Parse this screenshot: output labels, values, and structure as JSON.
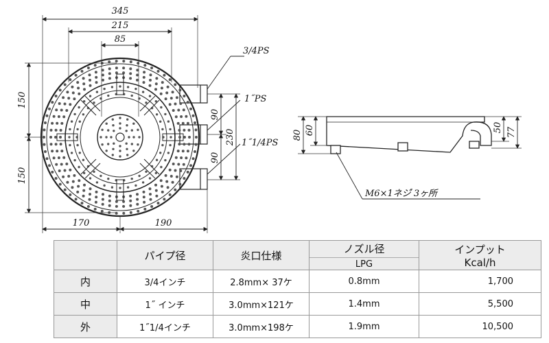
{
  "top_view": {
    "dims": {
      "overall_width": "345",
      "middle_ring": "215",
      "inner_ring": "85",
      "upper_half": "150",
      "lower_half": "150",
      "left_part": "170",
      "right_part": "190",
      "port_spacing_1": "90",
      "port_spacing_2": "90",
      "port_span": "230"
    },
    "callouts": {
      "port_top": "3/4PS",
      "port_middle": "1˝PS",
      "port_bottom": "1˝1/4PS"
    }
  },
  "side_view": {
    "dims": {
      "left_outer": "80",
      "left_inner": "60",
      "right_inner": "50",
      "right_outer": "77"
    },
    "note": "M6×1ネジ゙ 3ヶ所"
  },
  "table": {
    "headers": {
      "pipe": "パイプ径",
      "port": "炎口仕様",
      "nozzle": "ノズル径",
      "nozzle_sub": "LPG",
      "input": "インプット",
      "input_sub": "Kcal/h"
    },
    "rows": [
      {
        "label": "内",
        "pipe": "3/4インチ",
        "port": "2.8mm× 37ケ",
        "nozzle": "0.8mm",
        "input": "1,700"
      },
      {
        "label": "中",
        "pipe": "1˝ インチ",
        "port": "3.0mm×121ケ",
        "nozzle": "1.4mm",
        "input": "5,500"
      },
      {
        "label": "外",
        "pipe": "1˝1/4インチ",
        "port": "3.0mm×198ケ",
        "nozzle": "1.9mm",
        "input": "10,500"
      }
    ]
  }
}
